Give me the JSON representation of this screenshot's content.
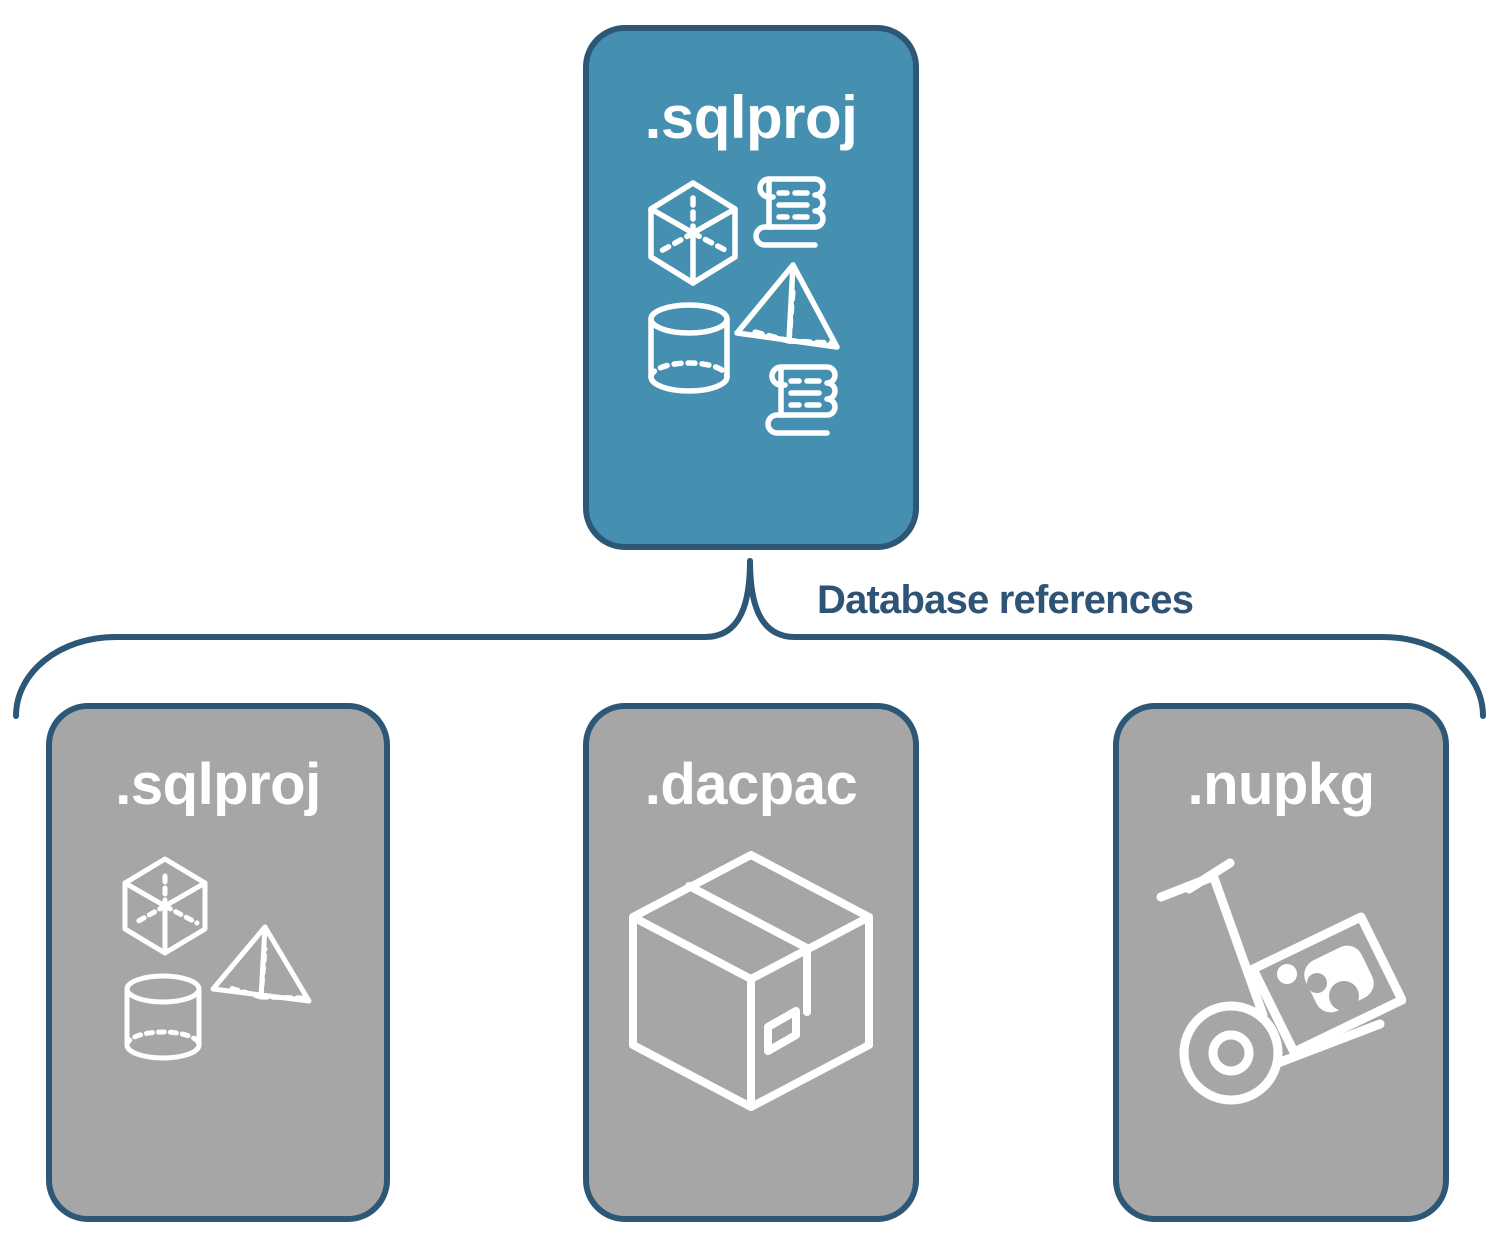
{
  "diagram": {
    "title_root": ".sqlproj",
    "connector_label": "Database references",
    "colors": {
      "accent_blue_fill": "#4590b0",
      "border_navy": "#2c5777",
      "gray_fill": "#a6a6a6",
      "label_blue": "#2e5375",
      "icon_white": "#ffffff",
      "background": "#ffffff"
    }
  },
  "root_node": {
    "name": "sqlproj-root",
    "label": ".sqlproj",
    "fill": "blue",
    "icons": [
      "cube-wireframe-icon",
      "pyramid-wireframe-icon",
      "cylinder-wireframe-icon",
      "scroll-script-icon",
      "scroll-script-icon"
    ]
  },
  "reference_nodes": [
    {
      "name": "sqlproj-reference",
      "label": ".sqlproj",
      "fill": "gray",
      "icons": [
        "cube-wireframe-icon",
        "pyramid-wireframe-icon",
        "cylinder-wireframe-icon"
      ]
    },
    {
      "name": "dacpac-reference",
      "label": ".dacpac",
      "fill": "gray",
      "icons": [
        "shipping-box-icon"
      ]
    },
    {
      "name": "nupkg-reference",
      "label": ".nupkg",
      "fill": "gray",
      "icons": [
        "hand-truck-package-icon"
      ]
    }
  ]
}
